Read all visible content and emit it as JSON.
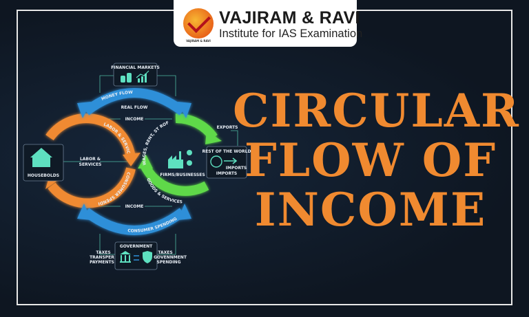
{
  "logo": {
    "name": "VAJIRAM & RAVI",
    "tagline": "Institute for IAS Examination",
    "badge": "VAJIRAM & RAVI"
  },
  "title": {
    "line1": "CIRCULAR",
    "line2": "FLOW OF",
    "line3": "INCOME",
    "color": "#f08a30"
  },
  "diagram": {
    "financial_markets": "FINANCIAL MARKETS",
    "households": "HOUSEBOLDS",
    "firms": "FIRMS/BUSINESSES",
    "rest_of_world": "REST OF THE WORLD",
    "row_imports_1": "IMPORTS",
    "row_imports_2": "IMPORTS",
    "exports": "EXPORTS",
    "government": "GOVERNMENT",
    "money_flow": "MONEY FLOW",
    "real_flow": "REAL FLOW",
    "income_top": "INCOME",
    "income_bottom": "INCOME",
    "labor_services_arc": "LABOR & SERVICES",
    "labor_center_1": "LABOR &",
    "labor_center_2": "SERVICES",
    "consumer_spending_arc": "CONSUMER SPENDING",
    "wages_arc": "WAGES, RENT, ST ROFIT",
    "goods_arc": "GOODS & SERVICES",
    "consumer_spending_bottom": "CONSUMER SPENDING",
    "taxes_left": "TAXES",
    "transfer_1": "TRANSPER",
    "transfer_2": "PAYMENTS",
    "taxes_right": "TAXES",
    "gov_spending_1": "GOVENNMENT",
    "gov_spending_2": "SPENDING",
    "colors": {
      "blue": "#2f8fd8",
      "orange": "#f08a30",
      "green": "#5fd94a",
      "teal": "#5ee0c0"
    }
  }
}
